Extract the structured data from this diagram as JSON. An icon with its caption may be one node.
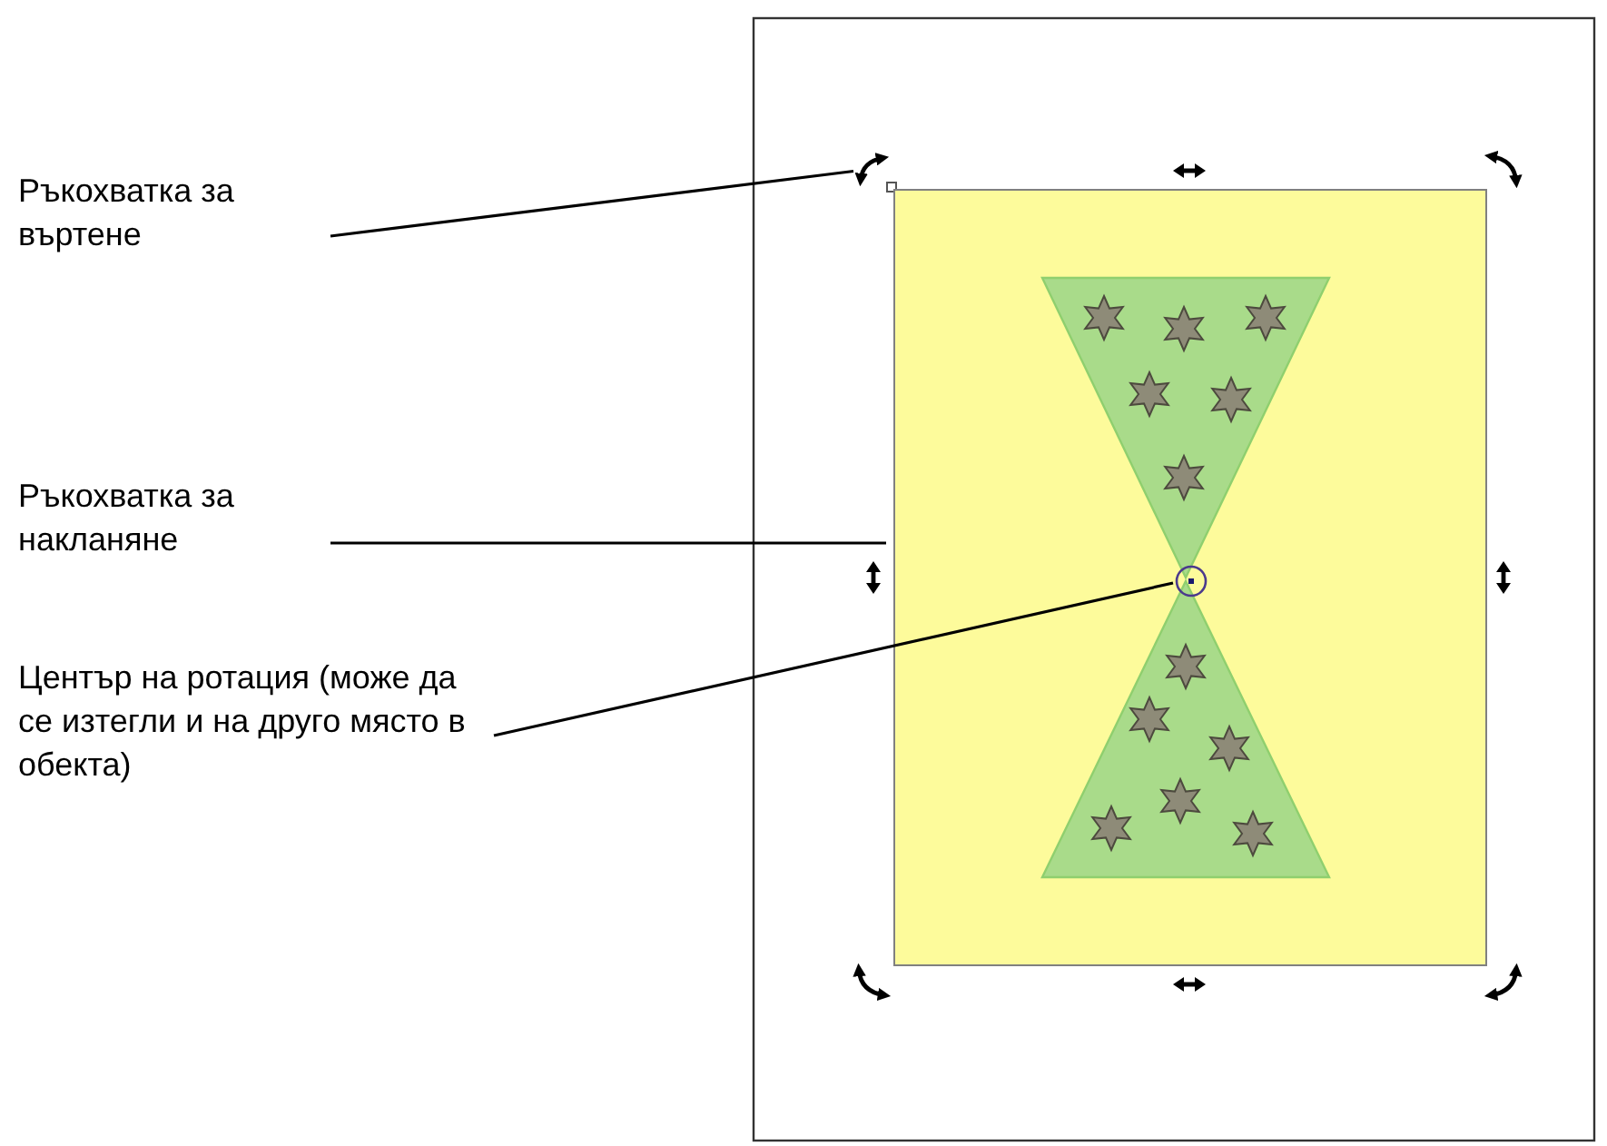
{
  "diagram": {
    "nodes": [
      {
        "text": [
          "Ръкохватка за въртене"
        ]
      },
      {
        "text": [
          "Ръкохватка за накланяне"
        ]
      },
      {
        "text": [
          "Център на ротация (може да се изтегли и на друго място в обекта)"
        ]
      },
      {
        "text": [],
        "shape": "picture"
      },
      {
        "text": [],
        "shape": "box"
      },
      {
        "text": [],
        "shape": "circle",
        "in": 4
      }
    ],
    "edges": [
      {
        "from": 0,
        "to": 3,
        "arrow": "none"
      },
      {
        "from": 1,
        "to": 4,
        "arrow": "none"
      },
      {
        "from": 2,
        "to": 5,
        "arrow": "none"
      }
    ]
  }
}
